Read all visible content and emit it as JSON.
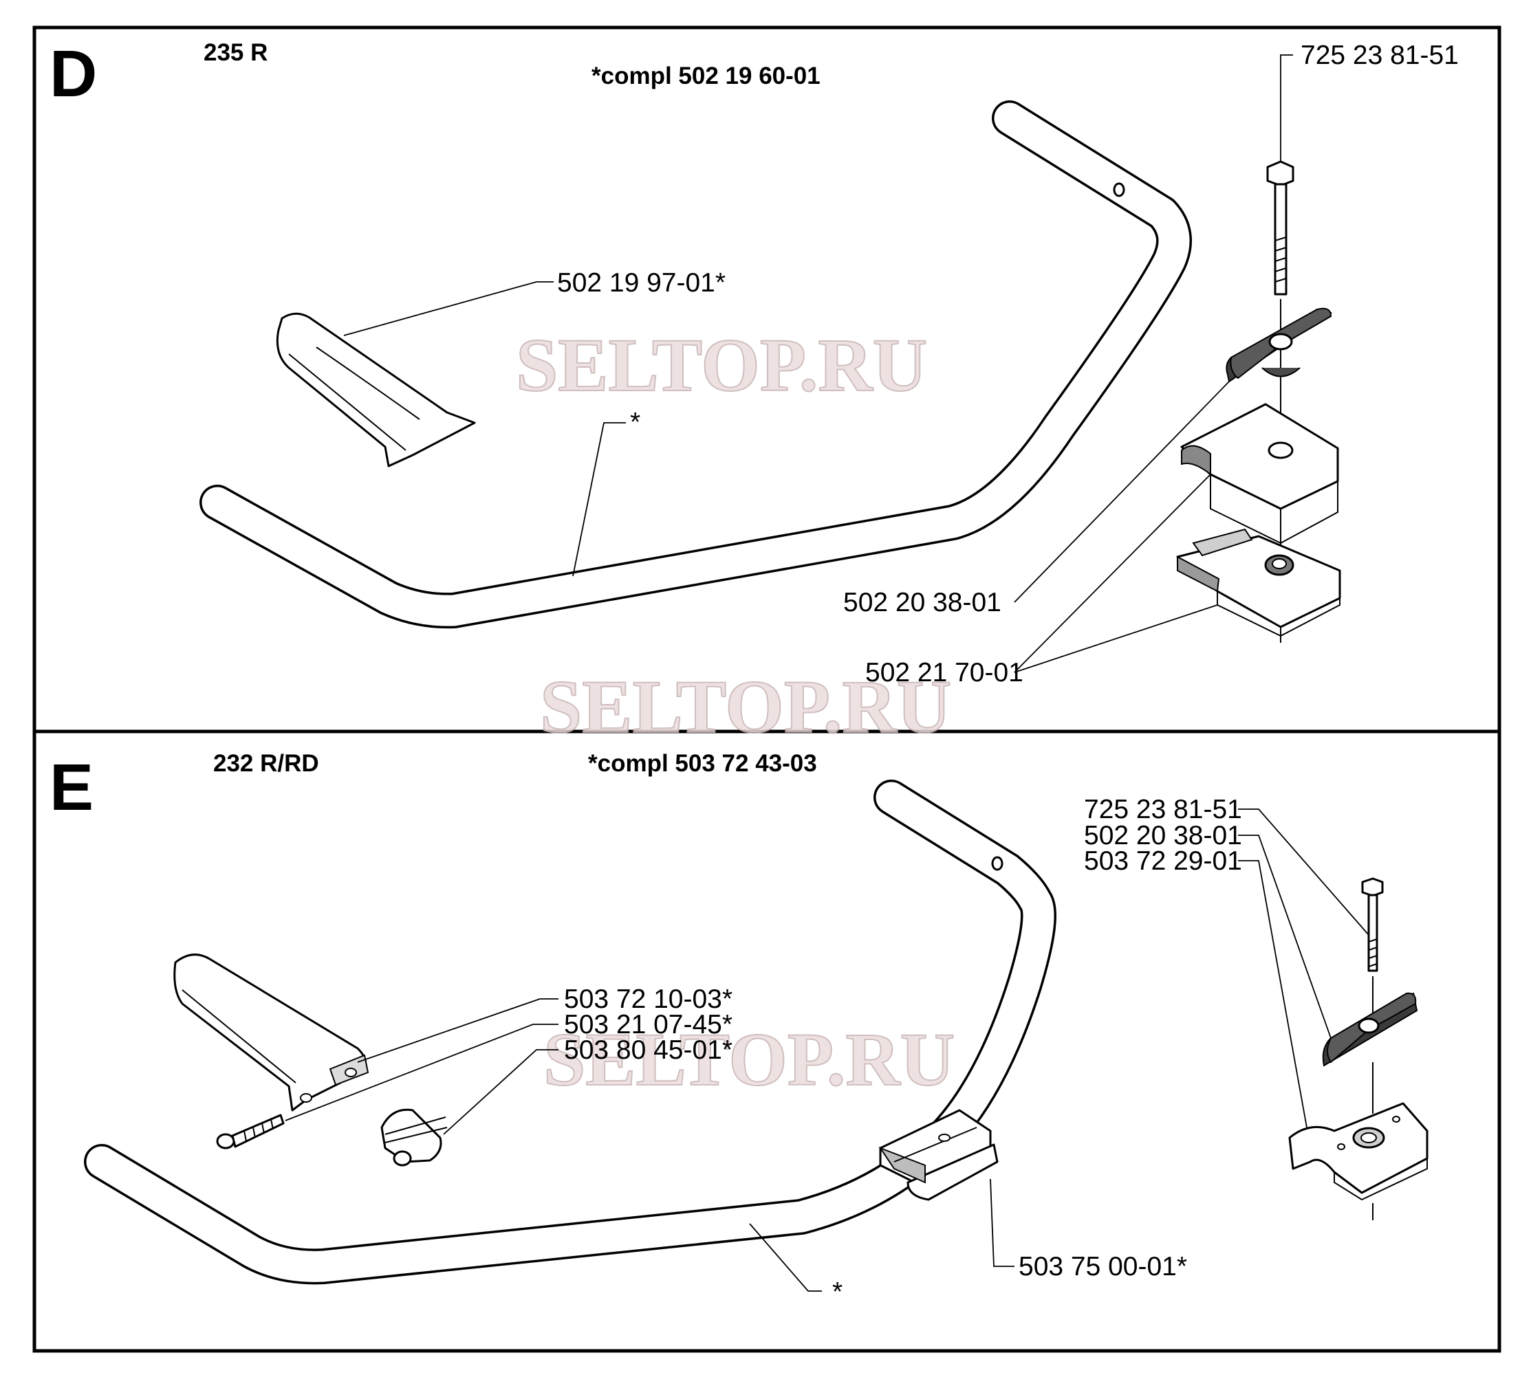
{
  "watermark": "SELTOP.RU",
  "sections": [
    {
      "letter": "D",
      "model": "235 R",
      "compl": "*compl 502 19 60-01",
      "labels": {
        "bolt": "725 23 81-51",
        "grip": "502 19 97-01*",
        "bar": "*",
        "knob": "502 20 38-01",
        "clamp": "502 21 70-01"
      }
    },
    {
      "letter": "E",
      "model": "232 R/RD",
      "compl": "*compl 503 72 43-03",
      "labels": {
        "bolt": "725 23 81-51",
        "knob": "502 20 38-01",
        "clamp": "503 72 29-01",
        "grip": "503 72 10-03*",
        "screw": "503 21 07-45*",
        "sleeve": "503 80 45-01*",
        "bracket": "503 75 00-01*",
        "bar": "*"
      }
    }
  ]
}
